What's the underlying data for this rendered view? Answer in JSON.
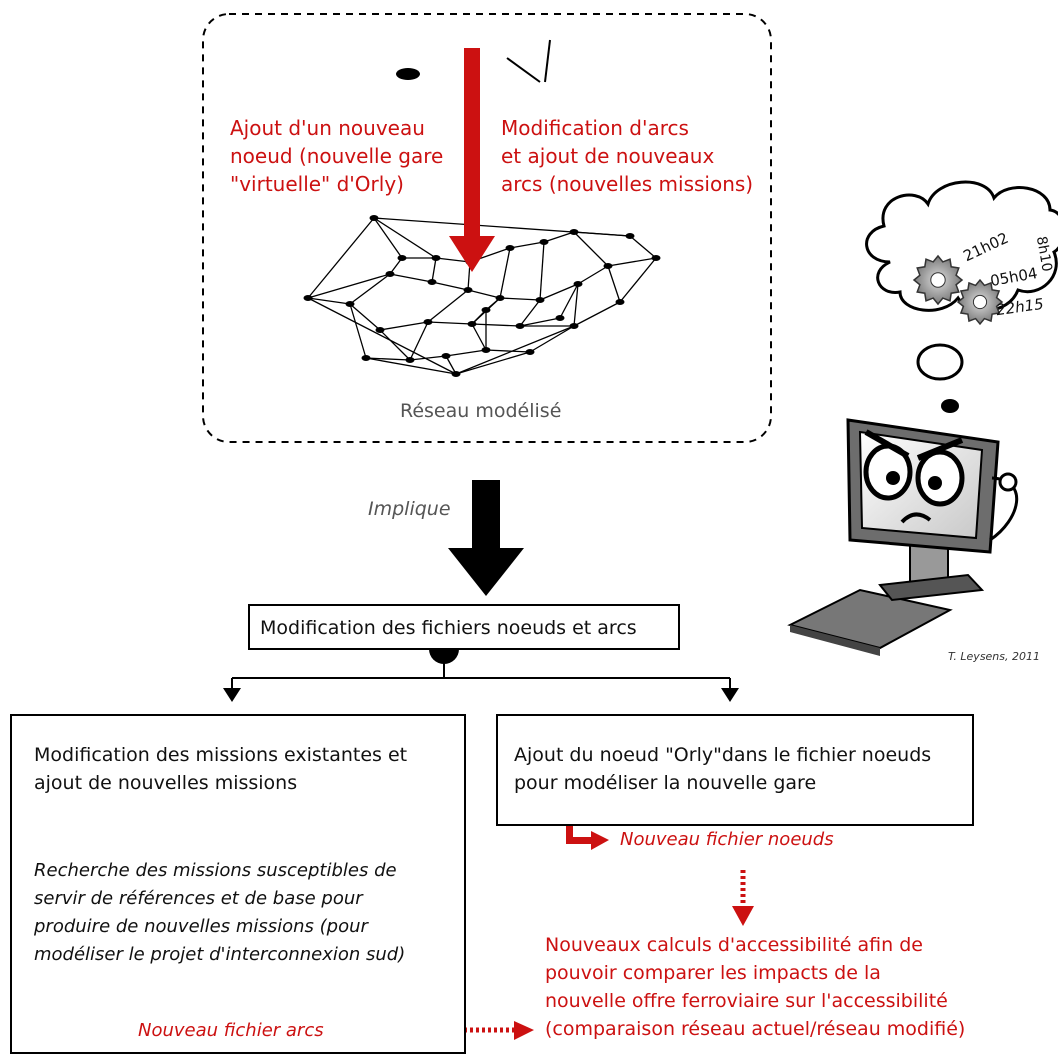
{
  "top_panel": {
    "label_new_node": [
      "Ajout d'un nouveau",
      "noeud (nouvelle gare",
      "\"virtuelle\" d'Orly)"
    ],
    "label_arcs": [
      "Modification d'arcs",
      "et ajout de nouveaux",
      "arcs (nouvelles missions)"
    ],
    "caption": "Réseau modélisé"
  },
  "implies_label": "Implique",
  "central_box": "Modification des fichiers noeuds et arcs",
  "left_box": {
    "heading": [
      "Modification des missions existantes et",
      "ajout de nouvelles missions"
    ],
    "detail": [
      "Recherche des missions susceptibles de",
      "servir de références et de base pour",
      "produire de nouvelles missions (pour",
      "modéliser le projet d'interconnexion sud)"
    ],
    "output": "Nouveau fichier arcs"
  },
  "right_box": {
    "heading": [
      "Ajout du noeud \"Orly\"dans le fichier noeuds",
      "pour modéliser la nouvelle gare"
    ],
    "output": "Nouveau fichier noeuds"
  },
  "result": [
    "Nouveaux calculs d'accessibilité afin de",
    "pouvoir comparer les impacts de la",
    "nouvelle offre ferroviaire sur l'accessibilité",
    "(comparaison réseau actuel/réseau modifié)"
  ],
  "cartoon": {
    "times": [
      "21h02",
      "05h04",
      "8h10",
      "22h15"
    ],
    "credit": "T. Leysens, 2011"
  },
  "colors": {
    "accent_red": "#cc1111",
    "caption_grey": "#555555",
    "line": "#000000"
  }
}
